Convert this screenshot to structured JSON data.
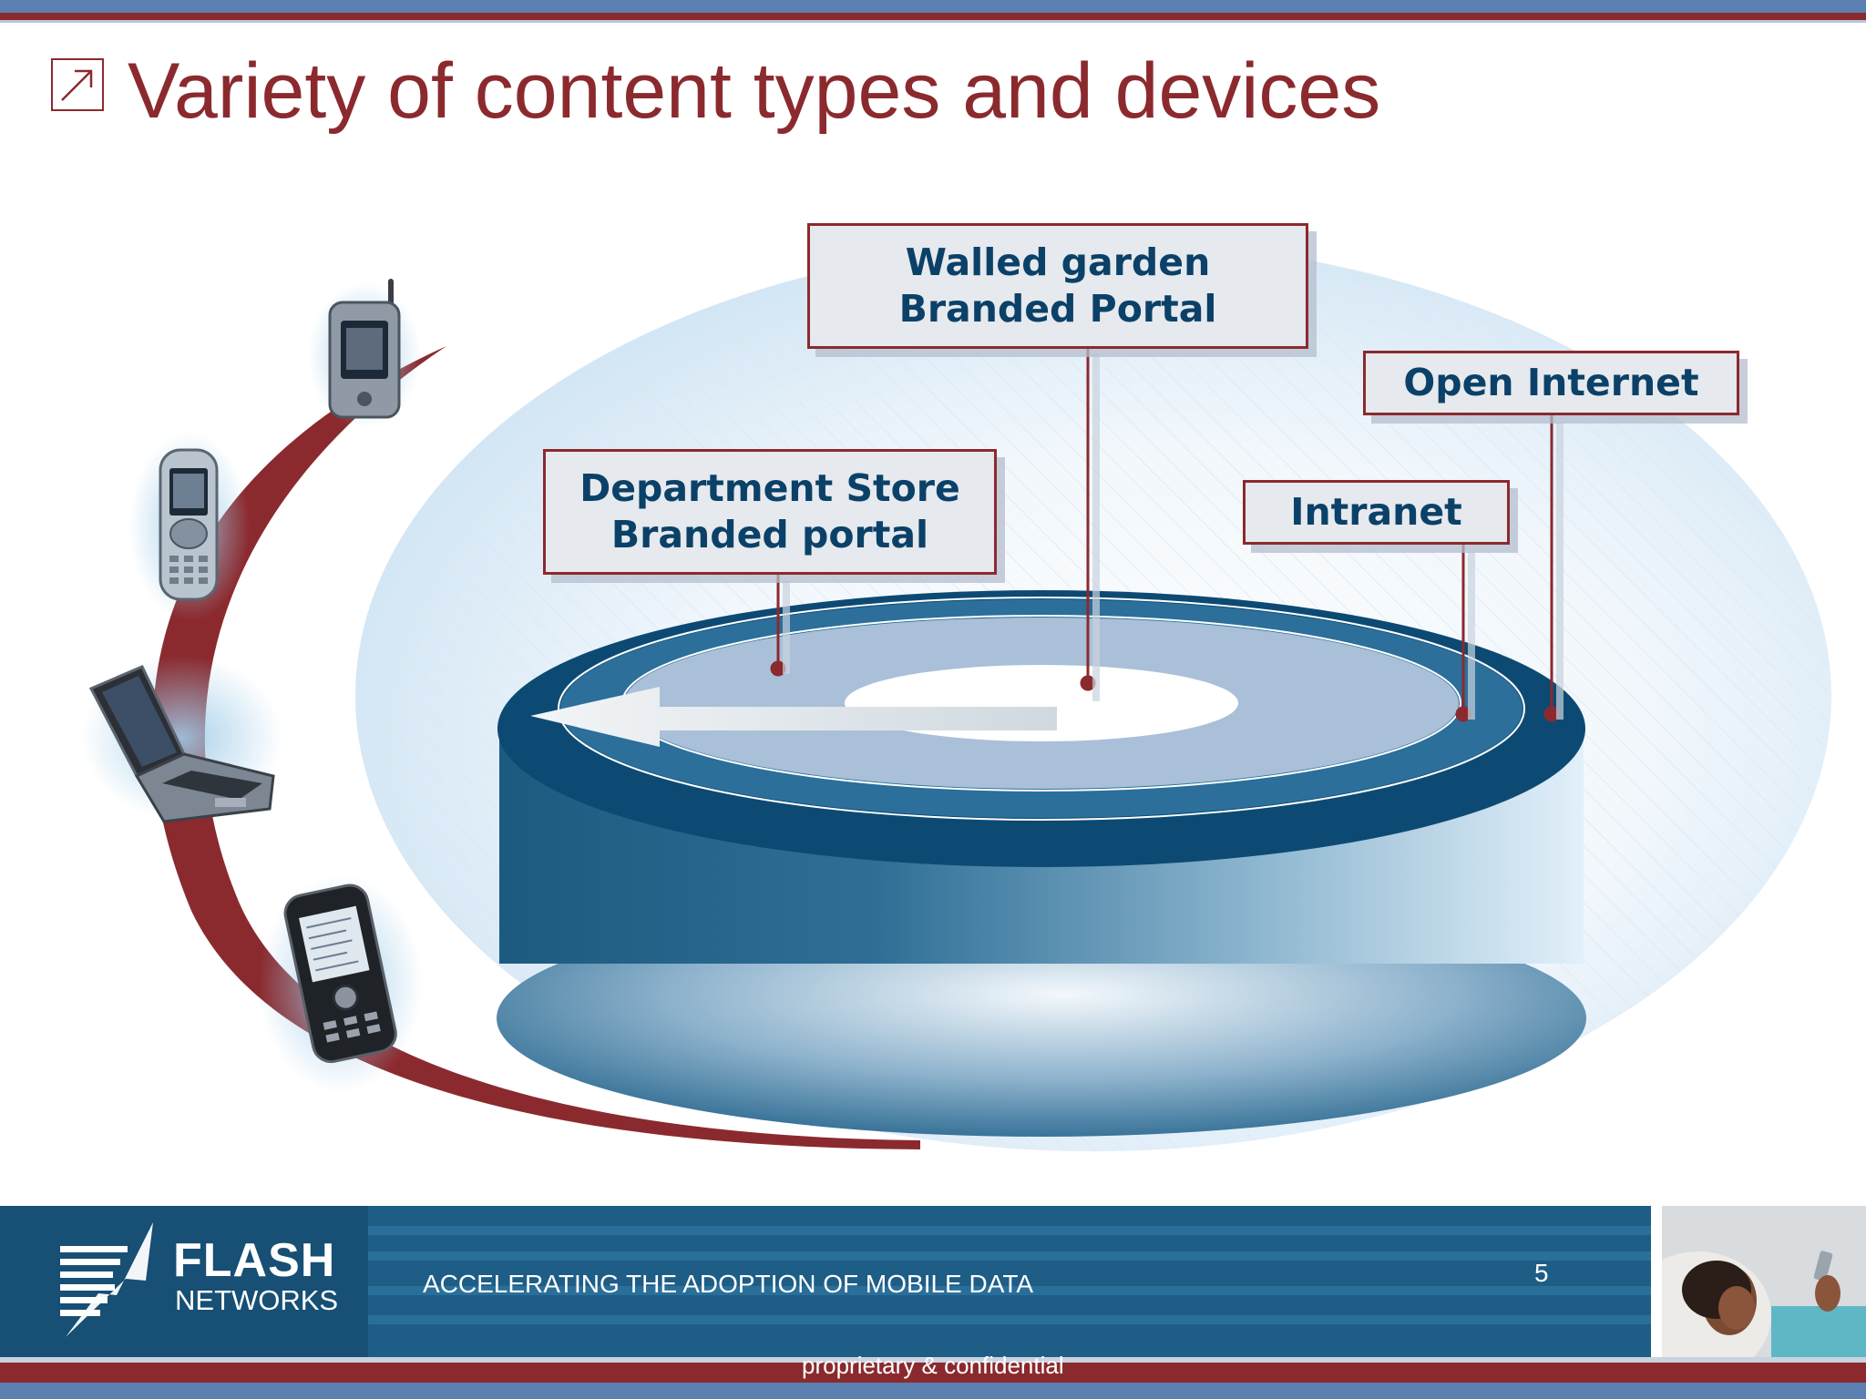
{
  "slide": {
    "title": "Variety of content types and devices",
    "title_color": "#8b2a2e",
    "title_icon": "arrow-up-right-box-icon"
  },
  "diagram": {
    "callouts": {
      "walled_garden": "Walled garden Branded Portal",
      "department_store": "Department Store Branded portal",
      "intranet": "Intranet",
      "open_internet": "Open Internet"
    },
    "devices": [
      "flip-phone-icon",
      "slider-phone-icon",
      "laptop-icon",
      "smartphone-icon"
    ],
    "colors": {
      "ring_dark": "#0d4a73",
      "ring_mid": "#2b6f9a",
      "ring_light": "#a9c0d8",
      "arc_red": "#8b2a2e",
      "ellipse_light": "#dbeaf6",
      "text_navy": "#0b4168"
    }
  },
  "footer": {
    "logo_line1": "FLASH",
    "logo_line2": "NETWORKS",
    "tagline": "ACCELERATING THE ADOPTION OF MOBILE DATA",
    "page_number": "5",
    "confidential": "proprietary & confidential",
    "colors": {
      "bar": "#1e5d86",
      "accent": "#8b2a2e",
      "top_band": "#5b7fb0"
    }
  }
}
